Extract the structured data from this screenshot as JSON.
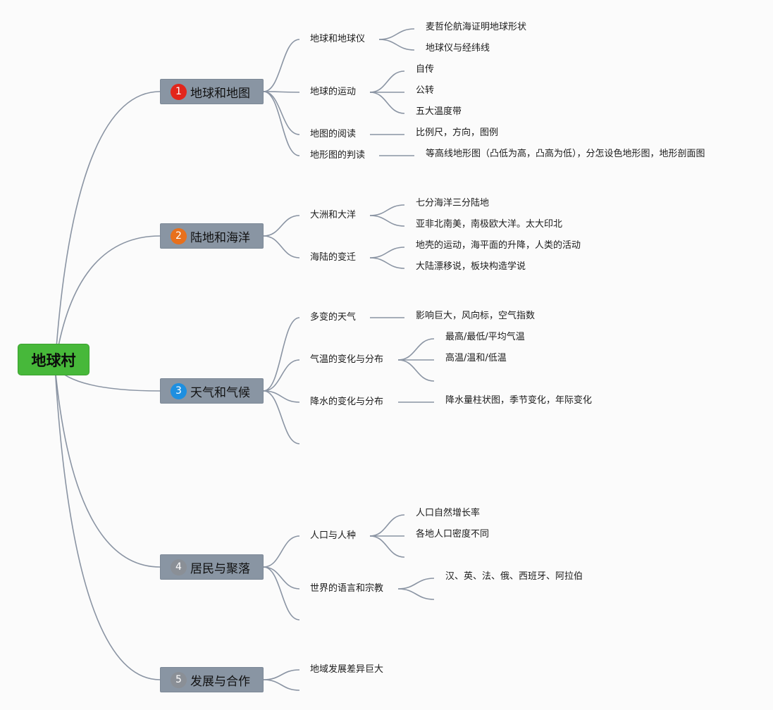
{
  "root": {
    "label": "地球村",
    "color": "#47b83a"
  },
  "topics": [
    {
      "label": "地球和地图",
      "badge": "1",
      "badge_color": "#e2261b",
      "subs": [
        {
          "label": "地球和地球仪",
          "leaves": [
            "麦哲伦航海证明地球形状",
            "地球仪与经纬线"
          ]
        },
        {
          "label": "地球的运动",
          "leaves": [
            "自传",
            "公转",
            "五大温度带"
          ]
        },
        {
          "label": "地图的阅读",
          "leaves": [
            "比例尺，方向，图例"
          ]
        },
        {
          "label": "地形图的判读",
          "leaves": [
            "等高线地形图（凸低为高，凸高为低），分怎设色地形图，地形剖面图"
          ]
        }
      ]
    },
    {
      "label": "陆地和海洋",
      "badge": "2",
      "badge_color": "#e8701c",
      "subs": [
        {
          "label": "大洲和大洋",
          "leaves": [
            "七分海洋三分陆地",
            "亚非北南美，南极欧大洋。太大印北"
          ]
        },
        {
          "label": "海陆的变迁",
          "leaves": [
            "地壳的运动，海平面的升降，人类的活动",
            "大陆漂移说，板块构造学说"
          ]
        }
      ]
    },
    {
      "label": "天气和气候",
      "badge": "3",
      "badge_color": "#1e8fe0",
      "subs": [
        {
          "label": "多变的天气",
          "leaves": [
            "影响巨大，风向标，空气指数"
          ]
        },
        {
          "label": "气温的变化与分布",
          "leaves": [
            "最高/最低/平均气温",
            "高温/温和/低温",
            ""
          ]
        },
        {
          "label": "降水的变化与分布",
          "leaves": [
            "降水量柱状图，季节变化，年际变化"
          ]
        },
        {
          "label": "",
          "leaves": []
        }
      ]
    },
    {
      "label": "居民与聚落",
      "badge": "4",
      "badge_color": "#8a8f96",
      "subs": [
        {
          "label": "人口与人种",
          "leaves": [
            "人口自然增长率",
            "各地人口密度不同",
            ""
          ]
        },
        {
          "label": "世界的语言和宗教",
          "leaves": [
            "汉、英、法、俄、西班牙、阿拉伯",
            ""
          ]
        },
        {
          "label": "",
          "leaves": []
        }
      ]
    },
    {
      "label": "发展与合作",
      "badge": "5",
      "badge_color": "#8a8f96",
      "subs": [
        {
          "label": "地域发展差异巨大",
          "leaves": []
        },
        {
          "label": "",
          "leaves": []
        }
      ]
    }
  ]
}
